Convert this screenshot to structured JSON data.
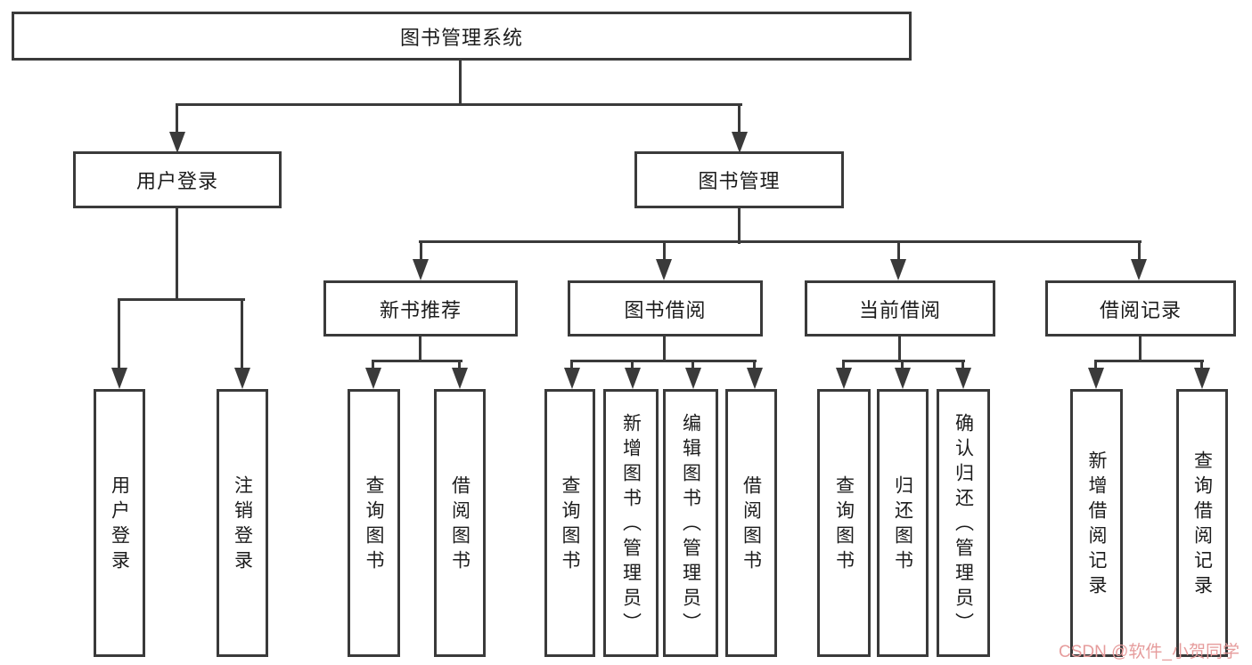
{
  "tree": {
    "label": "图书管理系统",
    "children": [
      {
        "label": "用户登录",
        "children": [
          {
            "label": "用户登录"
          },
          {
            "label": "注销登录"
          }
        ]
      },
      {
        "label": "图书管理",
        "children": [
          {
            "label": "新书推荐",
            "children": [
              {
                "label": "查询图书"
              },
              {
                "label": "借阅图书"
              }
            ]
          },
          {
            "label": "图书借阅",
            "children": [
              {
                "label": "查询图书"
              },
              {
                "label": "新增图书（管理员）"
              },
              {
                "label": "编辑图书（管理员）"
              },
              {
                "label": "借阅图书"
              }
            ]
          },
          {
            "label": "当前借阅",
            "children": [
              {
                "label": "查询图书"
              },
              {
                "label": "归还图书"
              },
              {
                "label": "确认归还（管理员）"
              }
            ]
          },
          {
            "label": "借阅记录",
            "children": [
              {
                "label": "新增借阅记录"
              },
              {
                "label": "查询借阅记录"
              }
            ]
          }
        ]
      }
    ]
  },
  "watermark": {
    "text": "CSDN @软件_小贺同学",
    "color": "#e69c9c"
  },
  "style": {
    "line_color": "#3a3a3a",
    "text_color": "#1c1c1c",
    "background": "#ffffff"
  }
}
